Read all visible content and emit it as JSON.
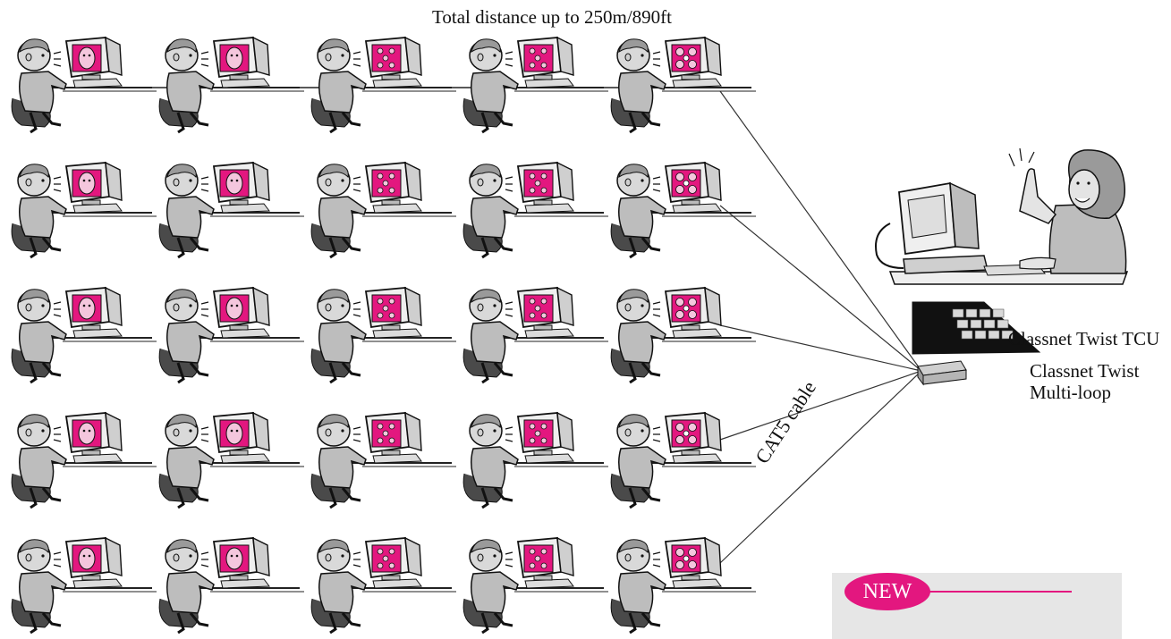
{
  "title": "Total distance up to 250m/890ft",
  "labels": {
    "tcu": "Classnet Twist TCU",
    "multiloop_line1": "Classnet Twist",
    "multiloop_line2": "Multi-loop",
    "cable": "CAT5 cable"
  },
  "badge": {
    "text": "NEW"
  },
  "layout_counts": {
    "rows": 5,
    "columns": 5
  },
  "colors": {
    "accent_pink": "#e3177f",
    "line": "#333333",
    "panel_gray": "#e6e6e6",
    "figure_fill": "#bdbdbd",
    "figure_dark": "#4a4a4a"
  },
  "icons": {
    "student": "student-at-computer-icon",
    "teacher": "teacher-at-computer-icon",
    "tcu": "keypad-tcu-icon",
    "multiloop": "multiloop-box-icon"
  }
}
